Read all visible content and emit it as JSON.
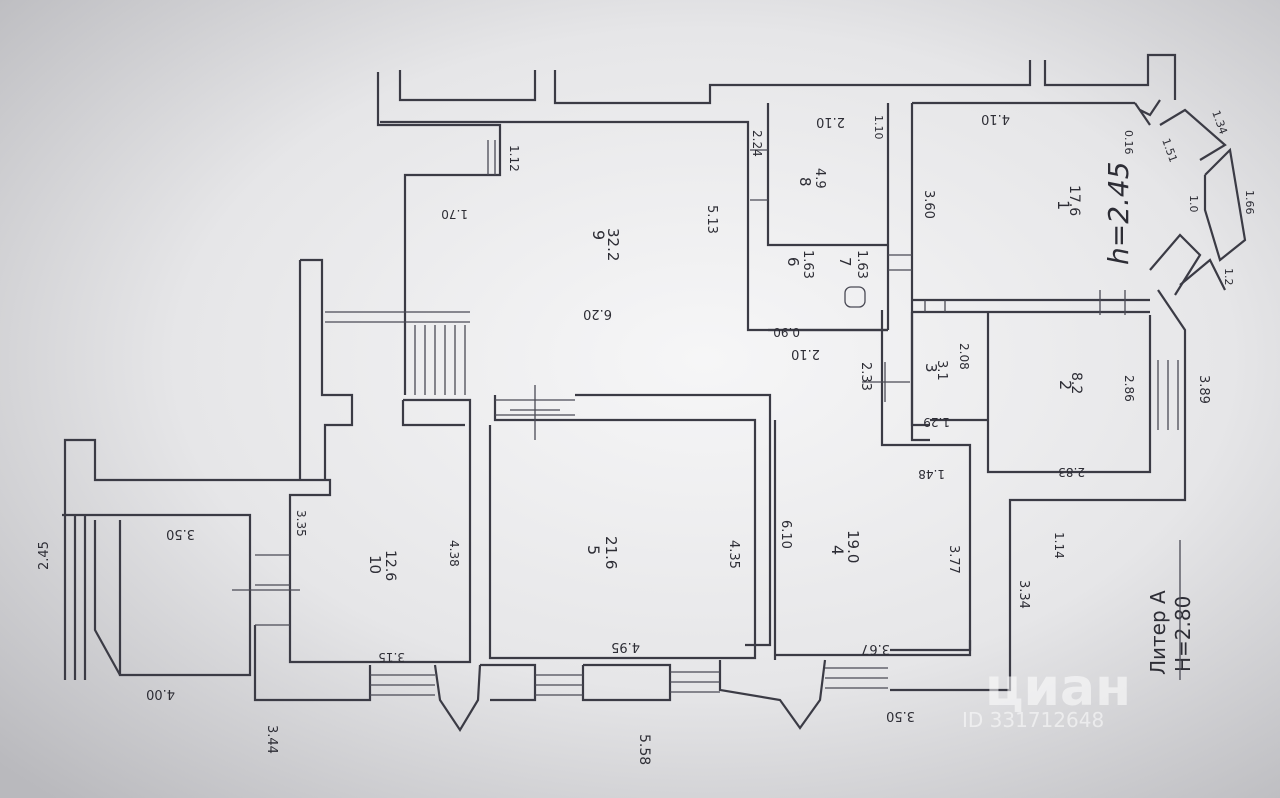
{
  "plan": {
    "height_label": "h=2.45",
    "liter_label": "Литер А",
    "liter_height": "H=2.80",
    "watermark_brand": "циан",
    "watermark_id": "ID 331712648",
    "rooms": [
      {
        "num": "1",
        "area": "17.6"
      },
      {
        "num": "2",
        "area": "8.2"
      },
      {
        "num": "3",
        "area": "3.1"
      },
      {
        "num": "4",
        "area": "19.0"
      },
      {
        "num": "5",
        "area": "21.6"
      },
      {
        "num": "6",
        "area": "1.63"
      },
      {
        "num": "7",
        "area": "1.63"
      },
      {
        "num": "8",
        "area": "4.9"
      },
      {
        "num": "9",
        "area": "32.2"
      },
      {
        "num": "10",
        "area": "12.6"
      }
    ],
    "dimensions": {
      "d_4_10": "4.10",
      "d_3_60": "3.60",
      "d_0_16": "0.16",
      "d_1_51": "1.51",
      "d_1_34": "1.34",
      "d_1_0": "1.0",
      "d_1_66": "1.66",
      "d_1_2": "1.2",
      "d_2_10_top": "2.10",
      "d_2_24": "2.24",
      "d_1_10": "1.10",
      "d_5_13": "5.13",
      "d_0_90": "0.90",
      "d_2_10_mid": "2.10",
      "d_1_12": "1.12",
      "d_1_70": "1.70",
      "d_6_20": "6.20",
      "d_2_08": "2.08",
      "d_2_33": "2.33",
      "d_1_29": "1.29",
      "d_2_86": "2.86",
      "d_3_89": "3.89",
      "d_2_83": "2.83",
      "d_1_48": "1.48",
      "d_6_10": "6.10",
      "d_3_77": "3.77",
      "d_3_67": "3.67",
      "d_4_35": "4.35",
      "d_4_95": "4.95",
      "d_4_38": "4.38",
      "d_3_35": "3.35",
      "d_3_15": "3.15",
      "d_3_50_left": "3.50",
      "d_2_45": "2.45",
      "d_4_00": "4.00",
      "d_3_44": "3.44",
      "d_5_58": "5.58",
      "d_3_50_bottom": "3.50",
      "d_3_34": "3.34",
      "d_1_14": "1.14"
    }
  }
}
